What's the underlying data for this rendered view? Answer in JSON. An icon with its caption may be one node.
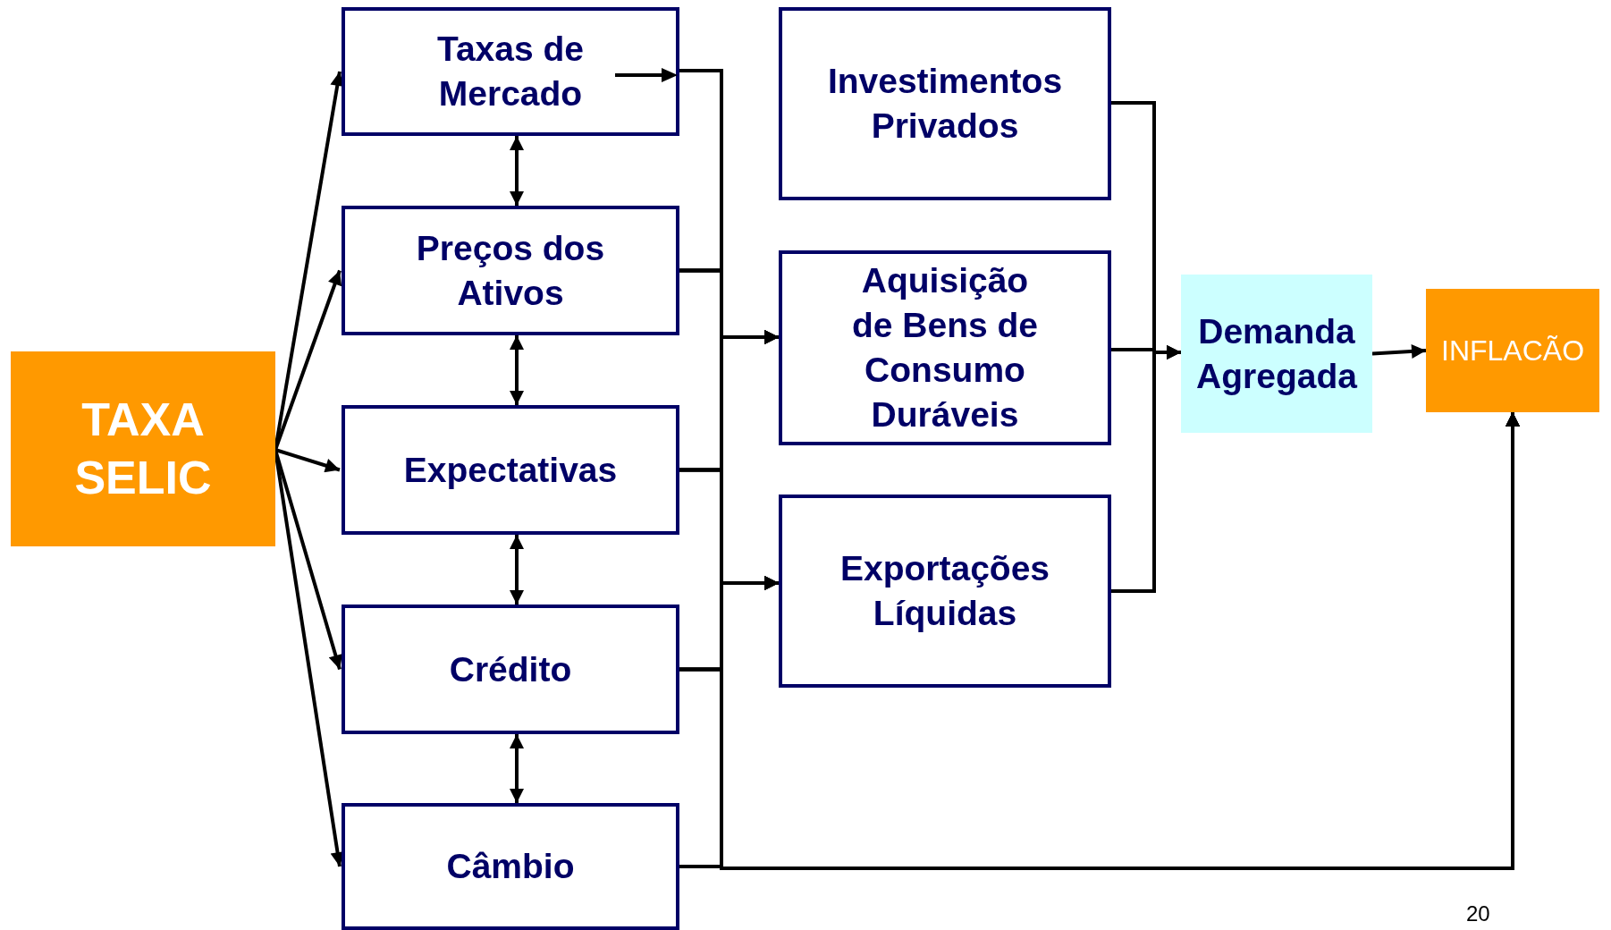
{
  "diagram": {
    "nodes": [
      {
        "text": [
          "TAXA SELIC"
        ]
      },
      {
        "text": [
          "Taxas de Mercado"
        ]
      },
      {
        "text": [
          "Preços dos Ativos"
        ]
      },
      {
        "text": [
          "Expectativas"
        ]
      },
      {
        "text": [
          "Crédito"
        ]
      },
      {
        "text": [
          "Câmbio"
        ]
      },
      {
        "text": [
          "Investimentos Privados"
        ]
      },
      {
        "text": [
          "Aquisição de Bens de Consumo Duráveis"
        ]
      },
      {
        "text": [
          "Exportações Líquidas"
        ]
      },
      {
        "text": [
          "Demanda Agregada"
        ]
      },
      {
        "text": [
          "INFLACÃO"
        ]
      }
    ],
    "edges": [
      {
        "from": 0,
        "to": 1,
        "arrow": "to"
      },
      {
        "from": 0,
        "to": 2,
        "arrow": "to"
      },
      {
        "from": 0,
        "to": 3,
        "arrow": "to"
      },
      {
        "from": 0,
        "to": 4,
        "arrow": "to"
      },
      {
        "from": 0,
        "to": 5,
        "arrow": "to"
      },
      {
        "from": 1,
        "to": 2,
        "arrow": "both"
      },
      {
        "from": 2,
        "to": 3,
        "arrow": "both"
      },
      {
        "from": 3,
        "to": 4,
        "arrow": "both"
      },
      {
        "from": 4,
        "to": 5,
        "arrow": "both"
      },
      {
        "from": 1,
        "to": 7,
        "arrow": "to"
      },
      {
        "from": 2,
        "to": 7,
        "arrow": "to"
      },
      {
        "from": 3,
        "to": 7,
        "arrow": "to"
      },
      {
        "from": 4,
        "to": 7,
        "arrow": "to"
      },
      {
        "from": 5,
        "to": 7,
        "arrow": "to"
      },
      {
        "from": 1,
        "to": 8,
        "arrow": "to"
      },
      {
        "from": 2,
        "to": 8,
        "arrow": "to"
      },
      {
        "from": 3,
        "to": 8,
        "arrow": "to"
      },
      {
        "from": 4,
        "to": 8,
        "arrow": "to"
      },
      {
        "from": 5,
        "to": 8,
        "arrow": "to"
      },
      {
        "from": 1,
        "to": 10,
        "arrow": "to"
      },
      {
        "from": 2,
        "to": 10,
        "arrow": "to"
      },
      {
        "from": 3,
        "to": 10,
        "arrow": "to"
      },
      {
        "from": 4,
        "to": 10,
        "arrow": "to"
      },
      {
        "from": 5,
        "to": 10,
        "arrow": "to"
      },
      {
        "from": 6,
        "to": 9,
        "arrow": "to"
      },
      {
        "from": 7,
        "to": 9,
        "arrow": "to"
      },
      {
        "from": 8,
        "to": 9,
        "arrow": "to"
      },
      {
        "from": 9,
        "to": 10,
        "arrow": "to"
      }
    ],
    "labels": [
      "20"
    ]
  }
}
